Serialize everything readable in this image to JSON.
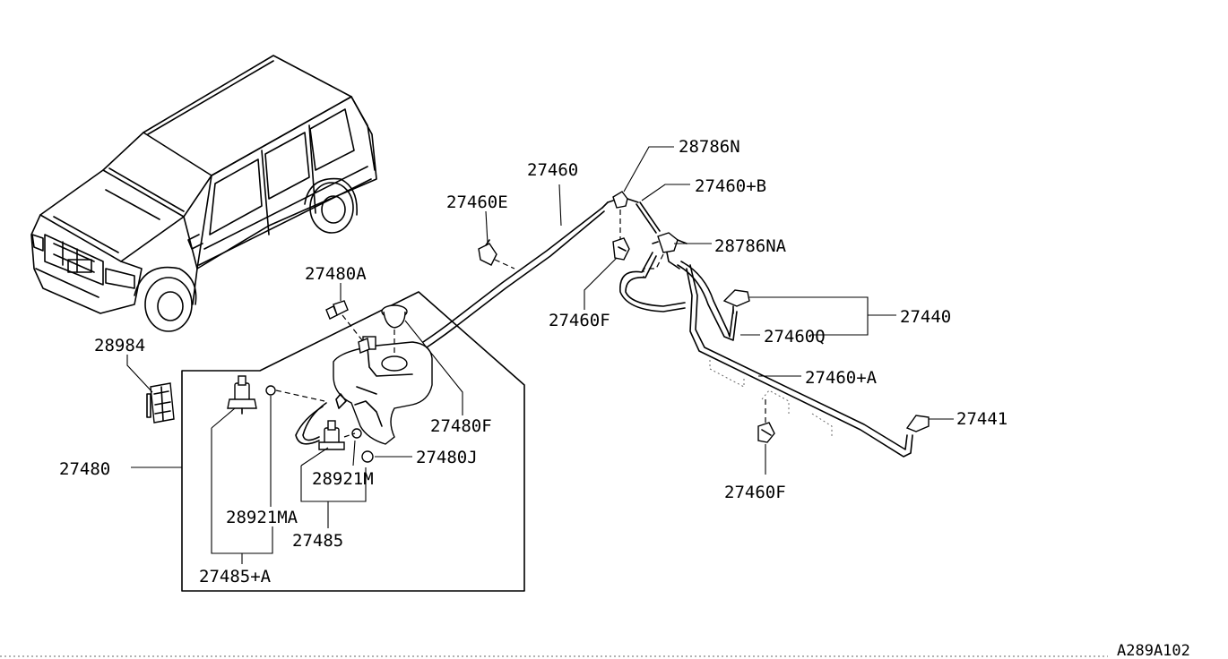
{
  "diagram_code": "A289A102",
  "labels": {
    "l28786N": "28786N",
    "l27460": "27460",
    "l27460B": "27460+B",
    "l27460E": "27460E",
    "l28786NA": "28786NA",
    "l27480A": "27480A",
    "l27440": "27440",
    "l27460F_top": "27460F",
    "l27460Q": "27460Q",
    "l28984": "28984",
    "l27460A": "27460+A",
    "l27480F": "27480F",
    "l27441": "27441",
    "l27480": "27480",
    "l27480J": "27480J",
    "l28921M": "28921M",
    "l27460F_bottom": "27460F",
    "l28921MA": "28921MA",
    "l27485": "27485",
    "l27485A": "27485+A"
  }
}
